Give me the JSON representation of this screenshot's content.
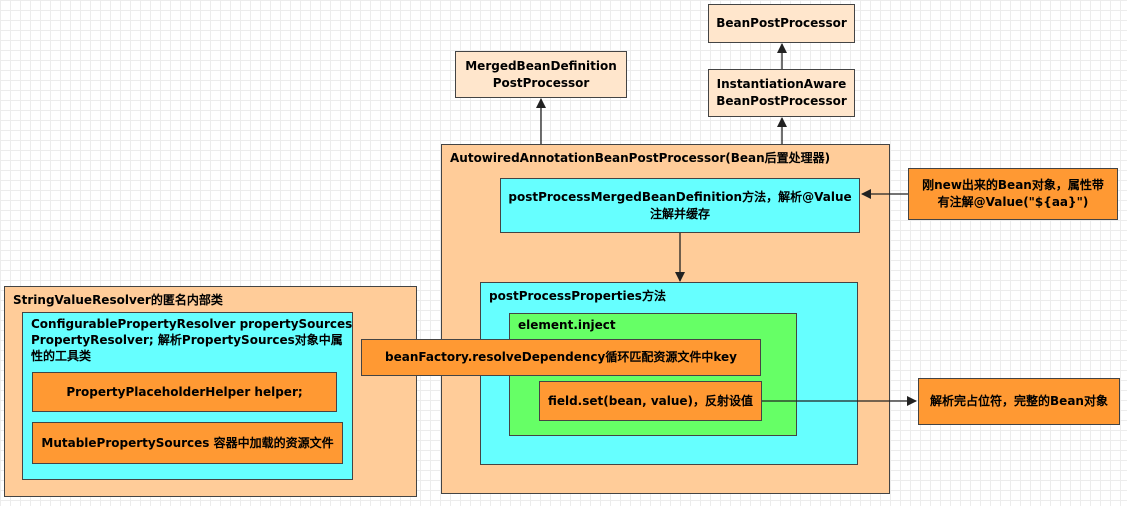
{
  "nodes": {
    "bean_post_processor": "BeanPostProcessor",
    "instantiation_aware": "InstantiationAware\nBeanPostProcessor",
    "merged_bean_definition": "MergedBeanDefinition\nPostProcessor",
    "autowired_container": "AutowiredAnnotationBeanPostProcessor(Bean后置处理器)",
    "post_process_merged": "postProcessMergedBeanDefinition方法，解析@Value\n注解并缓存",
    "new_bean_note": "刚new出来的Bean对象，属性带\n有注解@Value(\"${aa}\")",
    "post_process_properties": "postProcessProperties方法",
    "element_inject": "element.inject",
    "resolve_dependency": "beanFactory.resolveDependency循环匹配资源文件中key",
    "field_set": "field.set(bean, value)，反射设值",
    "complete_bean": "解析完占位符，完整的Bean对象",
    "string_value_resolver": "StringValueResolver的匿名内部类",
    "configurable_resolver": "ConfigurablePropertyResolver propertySources\nPropertyResolver; 解析PropertySources对象中属\n性的工具类",
    "placeholder_helper": "PropertyPlaceholderHelper helper;",
    "mutable_sources": "MutablePropertySources 容器中加载的资源文件"
  },
  "colors": {
    "light_peach": "#ffe6cc",
    "peach": "#ffcc99",
    "cyan": "#66ffff",
    "green": "#66ff66",
    "orange": "#ff9933"
  }
}
